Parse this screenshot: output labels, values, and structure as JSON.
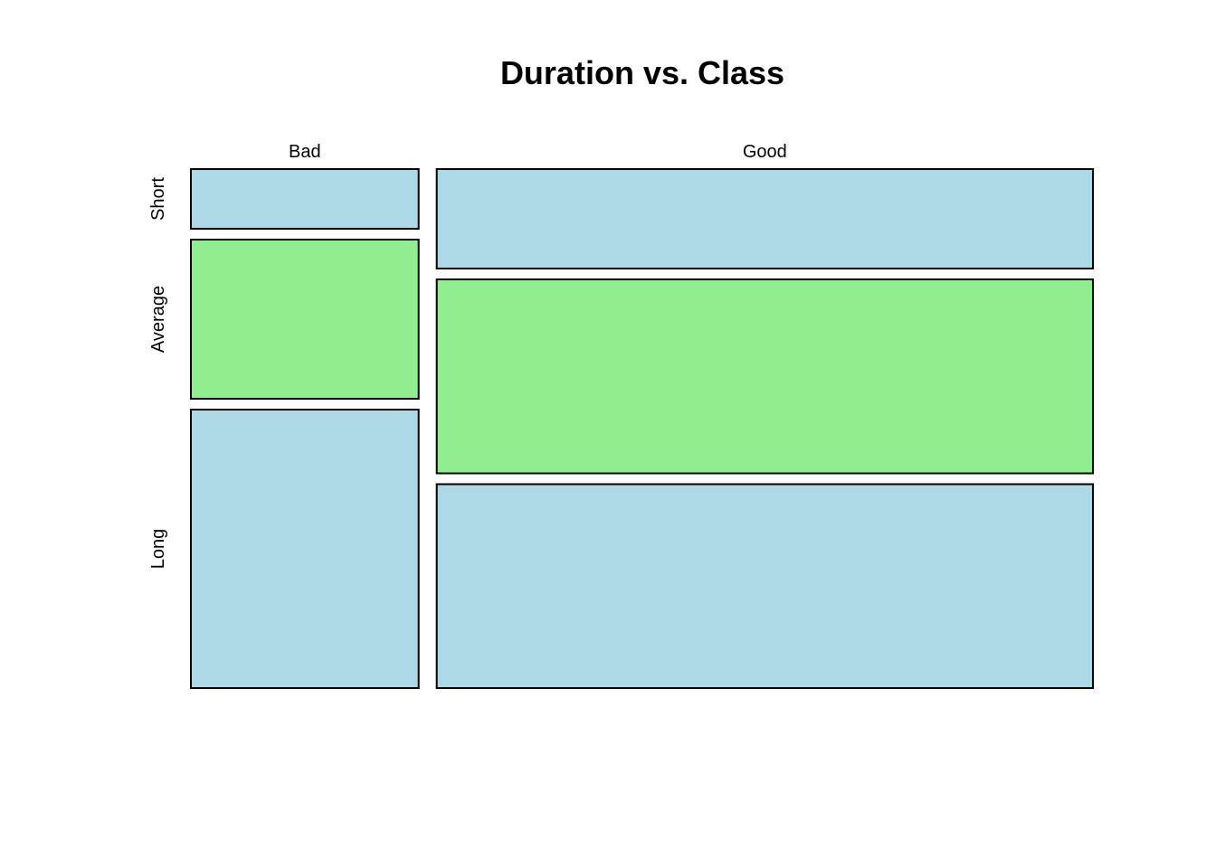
{
  "chart_data": {
    "type": "mosaic",
    "title": "Duration vs. Class",
    "x_variable_levels": [
      "Bad",
      "Good"
    ],
    "y_variable_levels": [
      "Short",
      "Average",
      "Long"
    ],
    "column_shares": [
      0.2576,
      0.7424
    ],
    "cells": [
      {
        "x": "Bad",
        "y": "Short",
        "share_within_column": 0.12
      },
      {
        "x": "Bad",
        "y": "Average",
        "share_within_column": 0.32
      },
      {
        "x": "Bad",
        "y": "Long",
        "share_within_column": 0.56
      },
      {
        "x": "Good",
        "y": "Short",
        "share_within_column": 0.2
      },
      {
        "x": "Good",
        "y": "Average",
        "share_within_column": 0.39
      },
      {
        "x": "Good",
        "y": "Long",
        "share_within_column": 0.41
      }
    ],
    "colors": {
      "Short": "#add8e6",
      "Average": "#90ee90",
      "Long": "#add8e6"
    },
    "grid": false,
    "legend": "none"
  }
}
